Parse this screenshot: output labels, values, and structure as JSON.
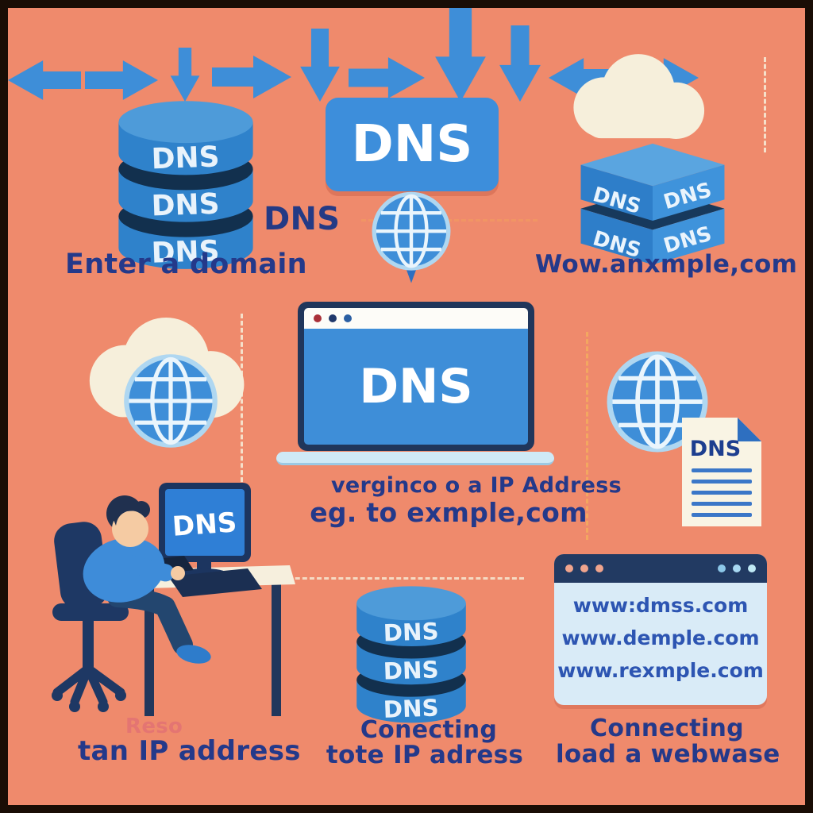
{
  "palette": {
    "background": "#EF8A6C",
    "frame": "#190d05",
    "primary_blue": "#3E8ED8",
    "dark_navy": "#20365B",
    "text_navy": "#24398A",
    "cream_cloud": "#F6EFDB",
    "url_blue": "#2D55B2"
  },
  "header": {
    "dns_box_label": "DNS",
    "dns_side_label": "DNS"
  },
  "top_left_servers": {
    "disk_labels": [
      "DNS",
      "DNS",
      "DNS"
    ],
    "caption": "Enter a domain"
  },
  "top_right_servers": {
    "row1": [
      "DNS",
      "DNS"
    ],
    "row2": [
      "DNS",
      "DNS"
    ],
    "caption": "Wow.anxmple,com"
  },
  "laptop": {
    "screen_label": "DNS",
    "caption_line1": "verginco o a IP Address",
    "caption_line2": "eg. to exmple,com"
  },
  "dns_record": {
    "title": "DNS"
  },
  "workstation": {
    "monitor_label": "DNS",
    "ghost_text": "Reso",
    "caption": "tan IP address"
  },
  "bottom_servers": {
    "disk_labels": [
      "DNS",
      "DNS",
      "DNS"
    ],
    "caption_line1": "Conecting",
    "caption_line2": "tote IP adress"
  },
  "browser": {
    "urls": [
      "www:dmss.com",
      "www.demple.com",
      "www.rexmple.com"
    ],
    "caption_line1": "Connecting",
    "caption_line2": "load a webwase"
  }
}
